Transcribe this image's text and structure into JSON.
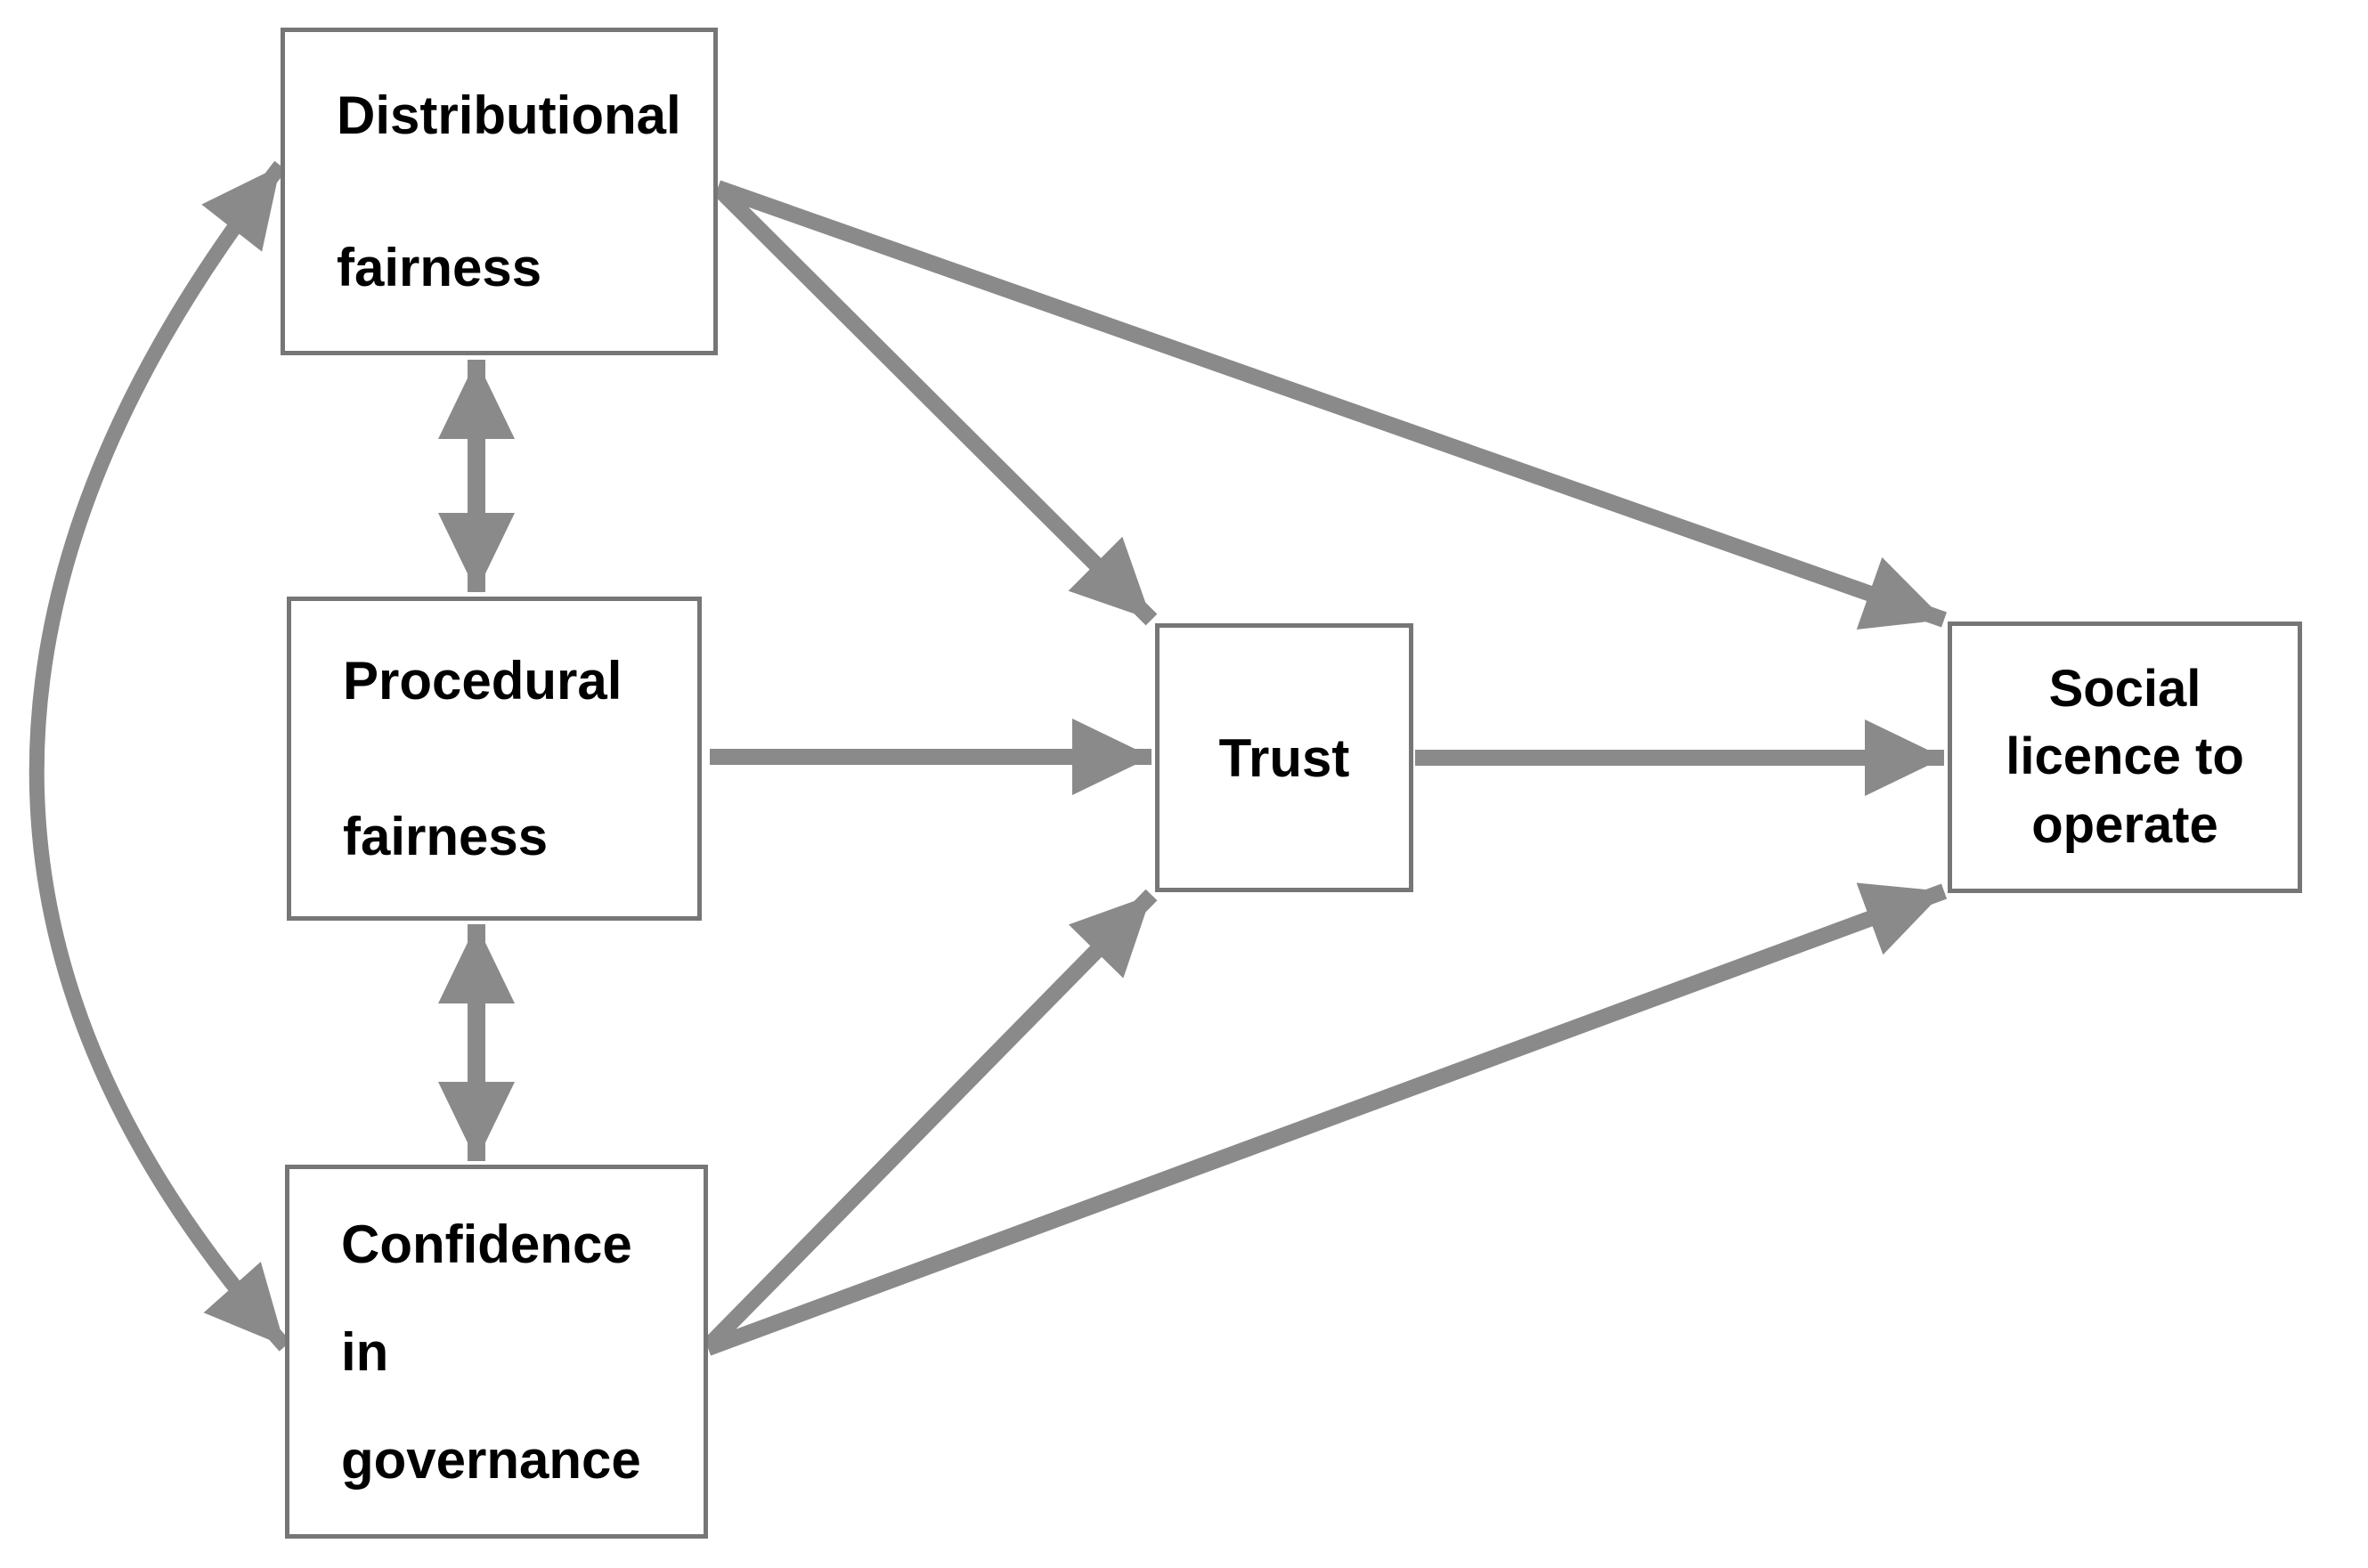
{
  "figure": {
    "type": "path-model-diagram",
    "background_color": "#ffffff",
    "arrow_color": "#8a8a8a",
    "box_border_color": "#767676",
    "text_color": "#000000"
  },
  "nodes": [
    {
      "id": "distributional-fairness",
      "label": "Distributional fairness",
      "lines": [
        "Distributional",
        "fairness"
      ]
    },
    {
      "id": "procedural-fairness",
      "label": "Procedural fairness",
      "lines": [
        "Procedural",
        "fairness"
      ]
    },
    {
      "id": "confidence-in-governance",
      "label": "Confidence in governance",
      "lines": [
        "Confidence",
        "in",
        "governance"
      ]
    },
    {
      "id": "trust",
      "label": "Trust",
      "lines": [
        "Trust"
      ]
    },
    {
      "id": "social-licence-to-operate",
      "label": "Social licence to operate",
      "lines": [
        "Social",
        "licence to",
        "operate"
      ]
    }
  ],
  "edges": [
    {
      "id": "distributional-procedural",
      "from": "distributional-fairness",
      "to": "procedural-fairness",
      "style": "double-headed-straight"
    },
    {
      "id": "procedural-confidence",
      "from": "procedural-fairness",
      "to": "confidence-in-governance",
      "style": "double-headed-straight"
    },
    {
      "id": "distributional-confidence",
      "from": "distributional-fairness",
      "to": "confidence-in-governance",
      "style": "double-headed-curved"
    },
    {
      "id": "distributional-trust",
      "from": "distributional-fairness",
      "to": "trust",
      "style": "directed"
    },
    {
      "id": "distributional-slo",
      "from": "distributional-fairness",
      "to": "social-licence-to-operate",
      "style": "directed"
    },
    {
      "id": "procedural-trust",
      "from": "procedural-fairness",
      "to": "trust",
      "style": "directed"
    },
    {
      "id": "confidence-trust",
      "from": "confidence-in-governance",
      "to": "trust",
      "style": "directed"
    },
    {
      "id": "confidence-slo",
      "from": "confidence-in-governance",
      "to": "social-licence-to-operate",
      "style": "directed"
    },
    {
      "id": "trust-slo",
      "from": "trust",
      "to": "social-licence-to-operate",
      "style": "directed"
    }
  ]
}
